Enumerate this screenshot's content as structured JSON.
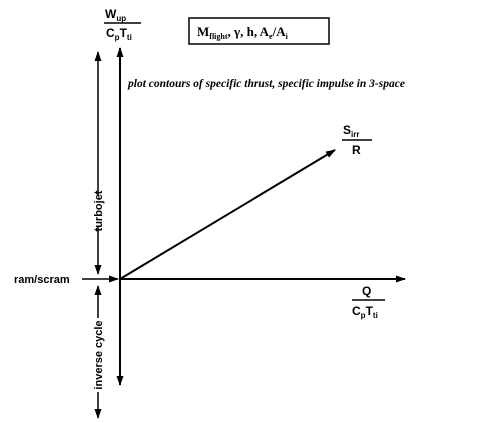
{
  "y_axis_label": {
    "numerator": {
      "main": "W",
      "sub": "up"
    },
    "denominator": {
      "c": "C",
      "c_sub": "p",
      "t": "T",
      "t_sub": "ti"
    }
  },
  "x_axis_label": {
    "numerator": "Q",
    "denominator": {
      "c": "C",
      "c_sub": "p",
      "t": "T",
      "t_sub": "ti"
    }
  },
  "diagonal_label": {
    "numerator": {
      "main": "S",
      "sub": "irr"
    },
    "denominator": "R"
  },
  "parameter_box": {
    "m": "M",
    "m_sub": "flight",
    "sep1": ", ",
    "gamma": "γ",
    "sep2": ", ",
    "h": "h",
    "sep3": ", ",
    "a1": "A",
    "a1_sub": "e",
    "slash": "/",
    "a2": "A",
    "a2_sub": "i"
  },
  "caption": "plot contours of specific thrust, specific impulse in 3-space",
  "regions": {
    "turbojet": "turbojet",
    "ram_scram": "ram/scram",
    "inverse_cycle": "inverse cycle"
  }
}
